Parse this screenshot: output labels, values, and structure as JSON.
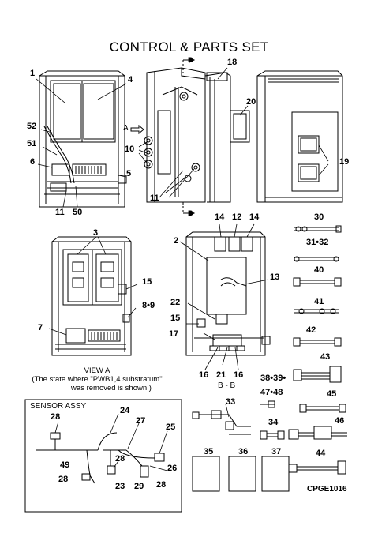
{
  "title": "CONTROL & PARTS SET",
  "view_a_caption": [
    "VIEW A",
    "(The state where \"PWB1,4 substratum\"",
    "was removed is shown.)"
  ],
  "sensor_assy_title": "SENSOR ASSY",
  "drawing_code": "CPGE1016",
  "section_marks": {
    "b_top": "B",
    "b_bottom": "B",
    "a_arrow": "A",
    "bb": "B - B"
  },
  "callouts": {
    "c1": "1",
    "c4": "4",
    "c52": "52",
    "c51": "51",
    "c6": "6",
    "c5": "5",
    "c11a": "11",
    "c50": "50",
    "c18": "18",
    "c20": "20",
    "c10": "10",
    "c11b": "11",
    "c19": "19",
    "c3": "3",
    "c15a": "15",
    "c89": "8•9",
    "c7": "7",
    "c2": "2",
    "c14a": "14",
    "c12": "12",
    "c14b": "14",
    "c13": "13",
    "c22": "22",
    "c15b": "15",
    "c17": "17",
    "c16a": "16",
    "c21": "21",
    "c16b": "16",
    "c30": "30",
    "c3132": "31•32",
    "c40": "40",
    "c41": "41",
    "c42": "42",
    "c43": "43",
    "c3839": "38•39•",
    "c4748": "47•48",
    "c45": "45",
    "c46": "46",
    "c33": "33",
    "c34": "34",
    "c35": "35",
    "c36": "36",
    "c37": "37",
    "c44": "44",
    "c28a": "28",
    "c24": "24",
    "c27": "27",
    "c25": "25",
    "c28b": "28",
    "c49": "49",
    "c26": "26",
    "c28c": "28",
    "c23": "23",
    "c29": "29",
    "c28d": "28"
  }
}
